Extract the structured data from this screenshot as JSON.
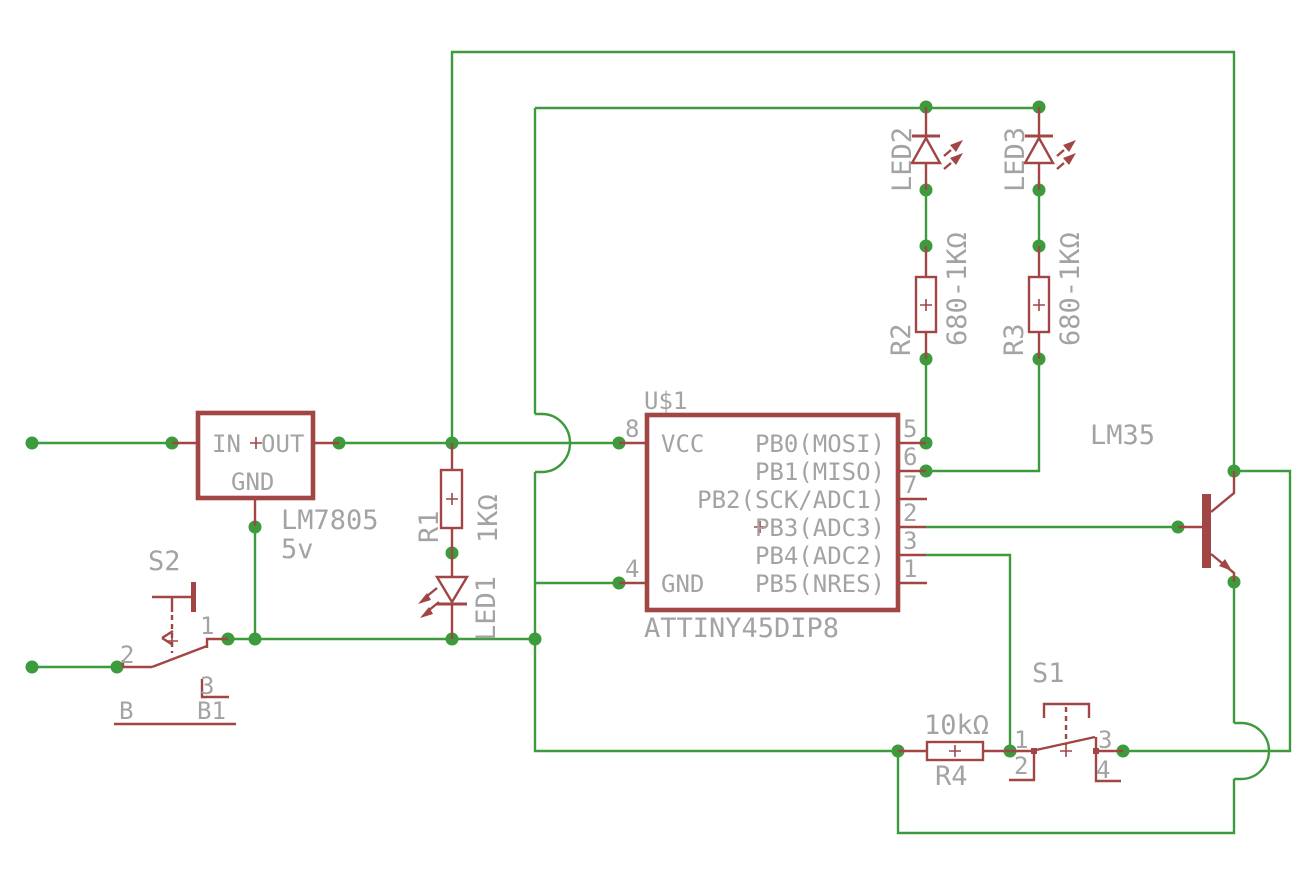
{
  "colors": {
    "background": "#ffffff",
    "wire": "#3d9b3d",
    "component": "#a14545",
    "label": "#a3a3a3"
  },
  "regulator": {
    "designator": "LM7805",
    "value": "5v",
    "pin_in": "IN",
    "pin_out": "OUT",
    "pin_gnd": "GND"
  },
  "mcu": {
    "designator": "U$1",
    "part_name": "ATTINY45DIP8",
    "pin_vcc": "VCC",
    "pin_gnd": "GND",
    "pin_num_vcc": "8",
    "pin_num_gnd": "4",
    "right_pins": [
      {
        "num": "5",
        "name": "PB0(MOSI)"
      },
      {
        "num": "6",
        "name": "PB1(MISO)"
      },
      {
        "num": "7",
        "name": "PB2(SCK/ADC1)"
      },
      {
        "num": "2",
        "name": "PB3(ADC3)"
      },
      {
        "num": "3",
        "name": "PB4(ADC2)"
      },
      {
        "num": "1",
        "name": "PB5(NRES)"
      }
    ]
  },
  "resistors": {
    "r1": {
      "designator": "R1",
      "value": "1KΩ"
    },
    "r2": {
      "designator": "R2",
      "value": "680-1KΩ"
    },
    "r3": {
      "designator": "R3",
      "value": "680-1KΩ"
    },
    "r4": {
      "designator": "R4",
      "value": "10kΩ"
    }
  },
  "leds": {
    "led1": {
      "designator": "LED1"
    },
    "led2": {
      "designator": "LED2"
    },
    "led3": {
      "designator": "LED3"
    }
  },
  "sensor": {
    "designator": "LM35"
  },
  "switch_s1": {
    "designator": "S1",
    "pin_1": "1",
    "pin_2": "2",
    "pin_3": "3",
    "pin_4": "4"
  },
  "switch_s2": {
    "designator": "S2",
    "pin_1": "1",
    "pin_2": "2",
    "pin_3": "3",
    "net_label_b": "B",
    "net_label_b1": "B1"
  }
}
